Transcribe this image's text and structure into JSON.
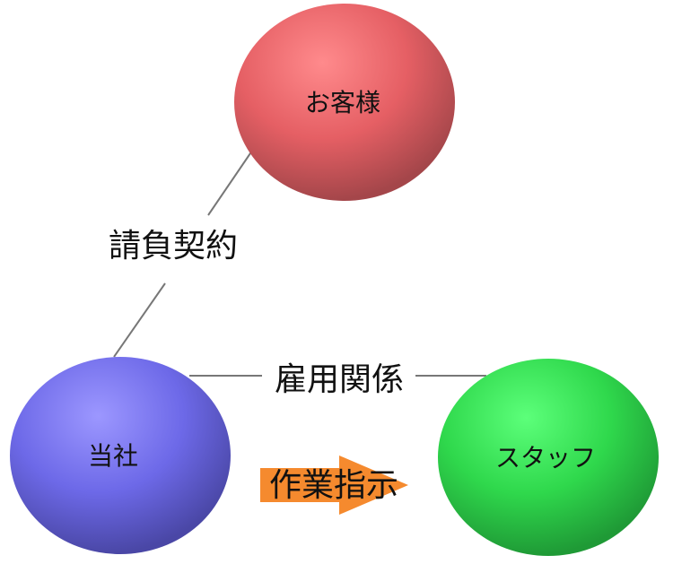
{
  "nodes": {
    "customer": {
      "label": "お客様",
      "color": "#e05a5f"
    },
    "company": {
      "label": "当社",
      "color": "#6a66e6"
    },
    "staff": {
      "label": "スタッフ",
      "color": "#2edc4e"
    }
  },
  "edges": {
    "contract": {
      "label": "請負契約"
    },
    "employment": {
      "label": "雇用関係"
    }
  },
  "instruction": {
    "label": "作業指示",
    "color": "#f58a2e"
  }
}
